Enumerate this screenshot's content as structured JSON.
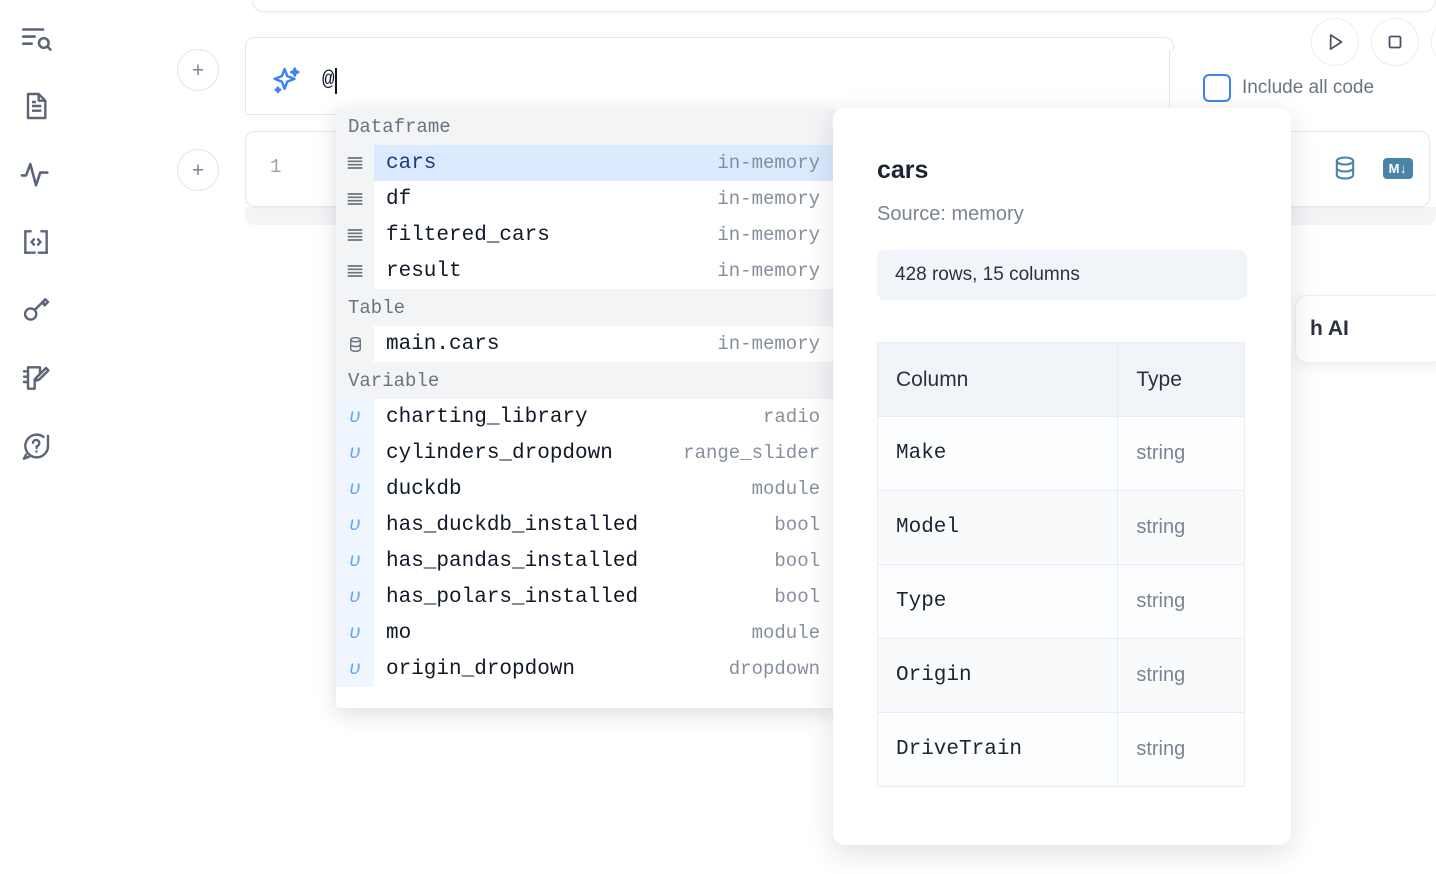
{
  "sidebar": {
    "items": [
      {
        "icon": "list-search-icon",
        "name": "sidebar-item-explore"
      },
      {
        "icon": "document-icon",
        "name": "sidebar-item-notebook"
      },
      {
        "icon": "activity-icon",
        "name": "sidebar-item-activity"
      },
      {
        "icon": "code-brackets-icon",
        "name": "sidebar-item-snippets"
      },
      {
        "icon": "key-icon",
        "name": "sidebar-item-secrets"
      },
      {
        "icon": "notebook-pen-icon",
        "name": "sidebar-item-scratchpad"
      },
      {
        "icon": "help-chat-icon",
        "name": "sidebar-item-help"
      }
    ]
  },
  "toolbar": {
    "run_label": "run",
    "stop_label": "stop",
    "include_all_code_label": "Include all code",
    "include_all_code_checked": false,
    "add_cell_label": "+"
  },
  "ai_prompt": {
    "icon": "sparkle-icon",
    "value": "@",
    "placeholder": ""
  },
  "code_cell": {
    "line_number": "1",
    "icons": [
      {
        "name": "database-icon",
        "label": "database"
      },
      {
        "name": "markdown-icon",
        "label": "M↓"
      }
    ]
  },
  "ai_card": {
    "text": "h AI"
  },
  "autocomplete": {
    "sections": [
      {
        "label": "Dataframe",
        "items": [
          {
            "icon": "dataframe-icon",
            "name": "cars",
            "type": "in-memory",
            "selected": true
          },
          {
            "icon": "dataframe-icon",
            "name": "df",
            "type": "in-memory",
            "selected": false
          },
          {
            "icon": "dataframe-icon",
            "name": "filtered_cars",
            "type": "in-memory",
            "selected": false
          },
          {
            "icon": "dataframe-icon",
            "name": "result",
            "type": "in-memory",
            "selected": false
          }
        ]
      },
      {
        "label": "Table",
        "items": [
          {
            "icon": "table-icon",
            "name": "main.cars",
            "type": "in-memory",
            "selected": false
          }
        ]
      },
      {
        "label": "Variable",
        "items": [
          {
            "icon": "variable-icon",
            "name": "charting_library",
            "type": "radio",
            "selected": false
          },
          {
            "icon": "variable-icon",
            "name": "cylinders_dropdown",
            "type": "range_slider",
            "selected": false
          },
          {
            "icon": "variable-icon",
            "name": "duckdb",
            "type": "module",
            "selected": false
          },
          {
            "icon": "variable-icon",
            "name": "has_duckdb_installed",
            "type": "bool",
            "selected": false
          },
          {
            "icon": "variable-icon",
            "name": "has_pandas_installed",
            "type": "bool",
            "selected": false
          },
          {
            "icon": "variable-icon",
            "name": "has_polars_installed",
            "type": "bool",
            "selected": false
          },
          {
            "icon": "variable-icon",
            "name": "mo",
            "type": "module",
            "selected": false
          },
          {
            "icon": "variable-icon",
            "name": "origin_dropdown",
            "type": "dropdown",
            "selected": false
          }
        ]
      }
    ]
  },
  "doc_panel": {
    "title": "cars",
    "source": "Source: memory",
    "stats": "428 rows, 15 columns",
    "table": {
      "headers": [
        "Column",
        "Type"
      ],
      "rows": [
        [
          "Make",
          "string"
        ],
        [
          "Model",
          "string"
        ],
        [
          "Type",
          "string"
        ],
        [
          "Origin",
          "string"
        ],
        [
          "DriveTrain",
          "string"
        ]
      ]
    }
  },
  "colors": {
    "accent": "#3b82f6",
    "selection": "#dbeafe",
    "icon": "#5b6478",
    "cell_icon": "#4b84a8"
  }
}
